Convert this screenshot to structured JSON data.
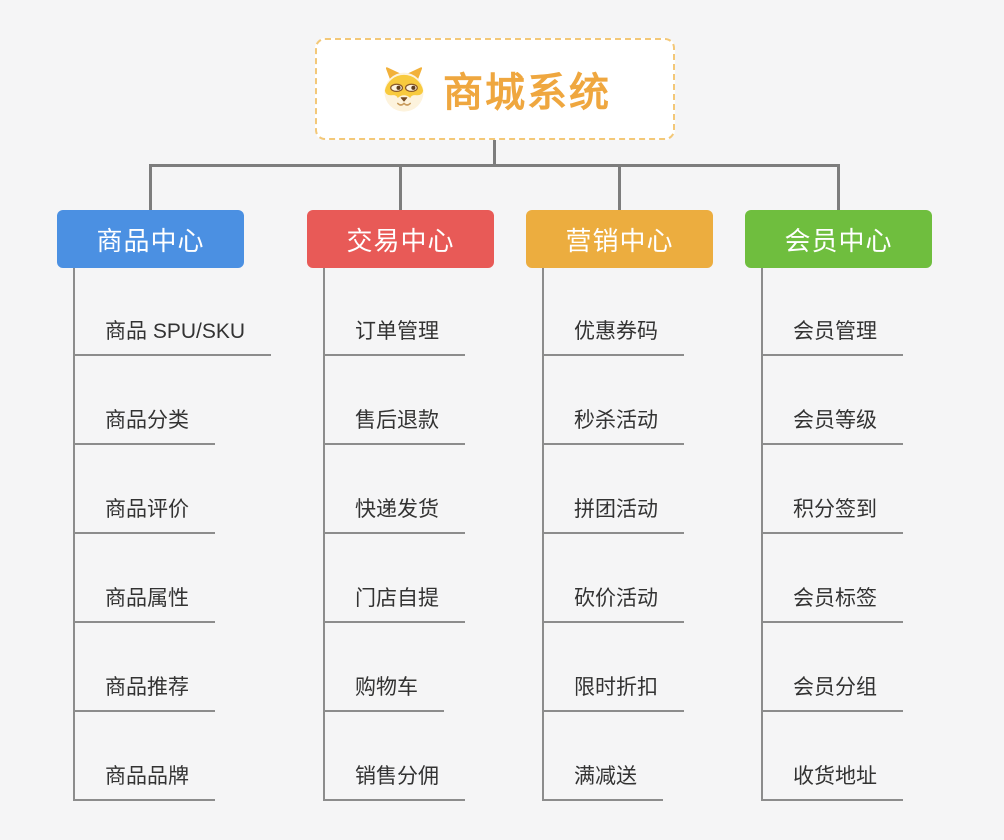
{
  "root": {
    "title": "商城系统",
    "icon": "dog-face-icon"
  },
  "branches": [
    {
      "label": "商品中心",
      "color": "#4b90e2",
      "children": [
        "商品 SPU/SKU",
        "商品分类",
        "商品评价",
        "商品属性",
        "商品推荐",
        "商品品牌"
      ]
    },
    {
      "label": "交易中心",
      "color": "#e85a57",
      "children": [
        "订单管理",
        "售后退款",
        "快递发货",
        "门店自提",
        "购物车",
        "销售分佣"
      ]
    },
    {
      "label": "营销中心",
      "color": "#ecad3f",
      "children": [
        "优惠券码",
        "秒杀活动",
        "拼团活动",
        "砍价活动",
        "限时折扣",
        "满减送"
      ]
    },
    {
      "label": "会员中心",
      "color": "#6fbe3e",
      "children": [
        "会员管理",
        "会员等级",
        "积分签到",
        "会员标签",
        "会员分组",
        "收货地址"
      ]
    }
  ],
  "colors": {
    "background": "#f5f5f6",
    "connector": "#7d7d7d",
    "leaf_line": "#8c8c8c",
    "leaf_text": "#333333",
    "root_text": "#efa73f",
    "root_border": "#f3c878",
    "node_text": "#ffffff"
  }
}
